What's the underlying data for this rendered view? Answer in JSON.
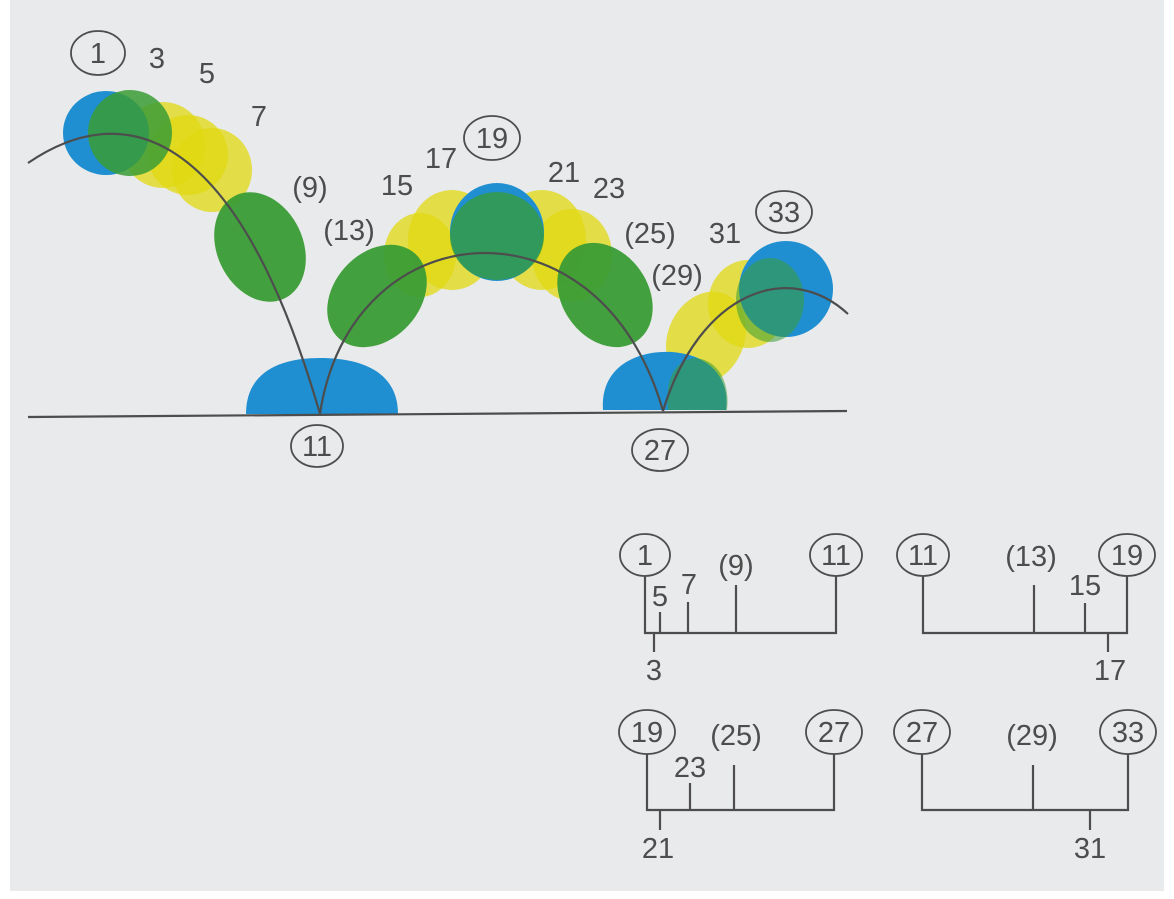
{
  "colors": {
    "background": "#e9eaeb",
    "ink": "#4d4d4d",
    "contact": "#1f8fd1",
    "extreme": "#1f8fd1",
    "key": "#3a9c35",
    "inbetween": "#e0d812"
  },
  "bounce": {
    "labels": {
      "f1": "1",
      "f3": "3",
      "f5": "5",
      "f7": "7",
      "f9": "(9)",
      "f11": "11",
      "f13": "(13)",
      "f15": "15",
      "f17": "17",
      "f19": "19",
      "f21": "21",
      "f23": "23",
      "f25": "(25)",
      "f27": "27",
      "f29": "(29)",
      "f31": "31",
      "f33": "33"
    }
  },
  "charts": {
    "c1": {
      "left": "1",
      "right": "11",
      "below": "3",
      "t5": "5",
      "t7": "7",
      "t9": "(9)"
    },
    "c2": {
      "left": "11",
      "right": "19",
      "below": "17",
      "t13": "(13)",
      "t15": "15"
    },
    "c3": {
      "left": "19",
      "right": "27",
      "below": "21",
      "t23": "23",
      "t25": "(25)"
    },
    "c4": {
      "left": "27",
      "right": "33",
      "below": "31",
      "t29": "(29)"
    }
  }
}
